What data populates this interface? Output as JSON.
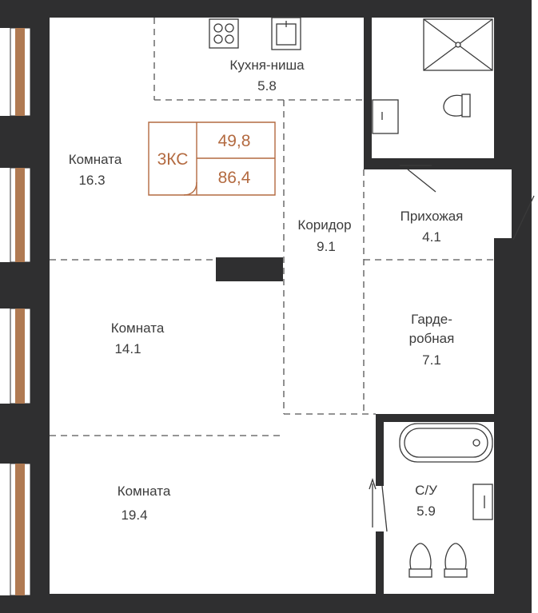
{
  "badge": {
    "type": "3КС",
    "living_area": "49,8",
    "total_area": "86,4",
    "accent": "#b36a40"
  },
  "rooms": [
    {
      "name": "Кухня-ниша",
      "area": "5.8"
    },
    {
      "name": "Комната",
      "area": "16.3"
    },
    {
      "name": "Коридор",
      "area": "9.1"
    },
    {
      "name": "Прихожая",
      "area": "4.1"
    },
    {
      "name": "Комната",
      "area": "14.1"
    },
    {
      "name": "Гарде-",
      "name2": "робная",
      "area": "7.1"
    },
    {
      "name": "С/У",
      "area": "5.9"
    },
    {
      "name": "Комната",
      "area": "19.4"
    }
  ],
  "colors": {
    "wall": "#2f2f30",
    "window_frame": "#b07a52",
    "line": "#3a3a3a"
  }
}
